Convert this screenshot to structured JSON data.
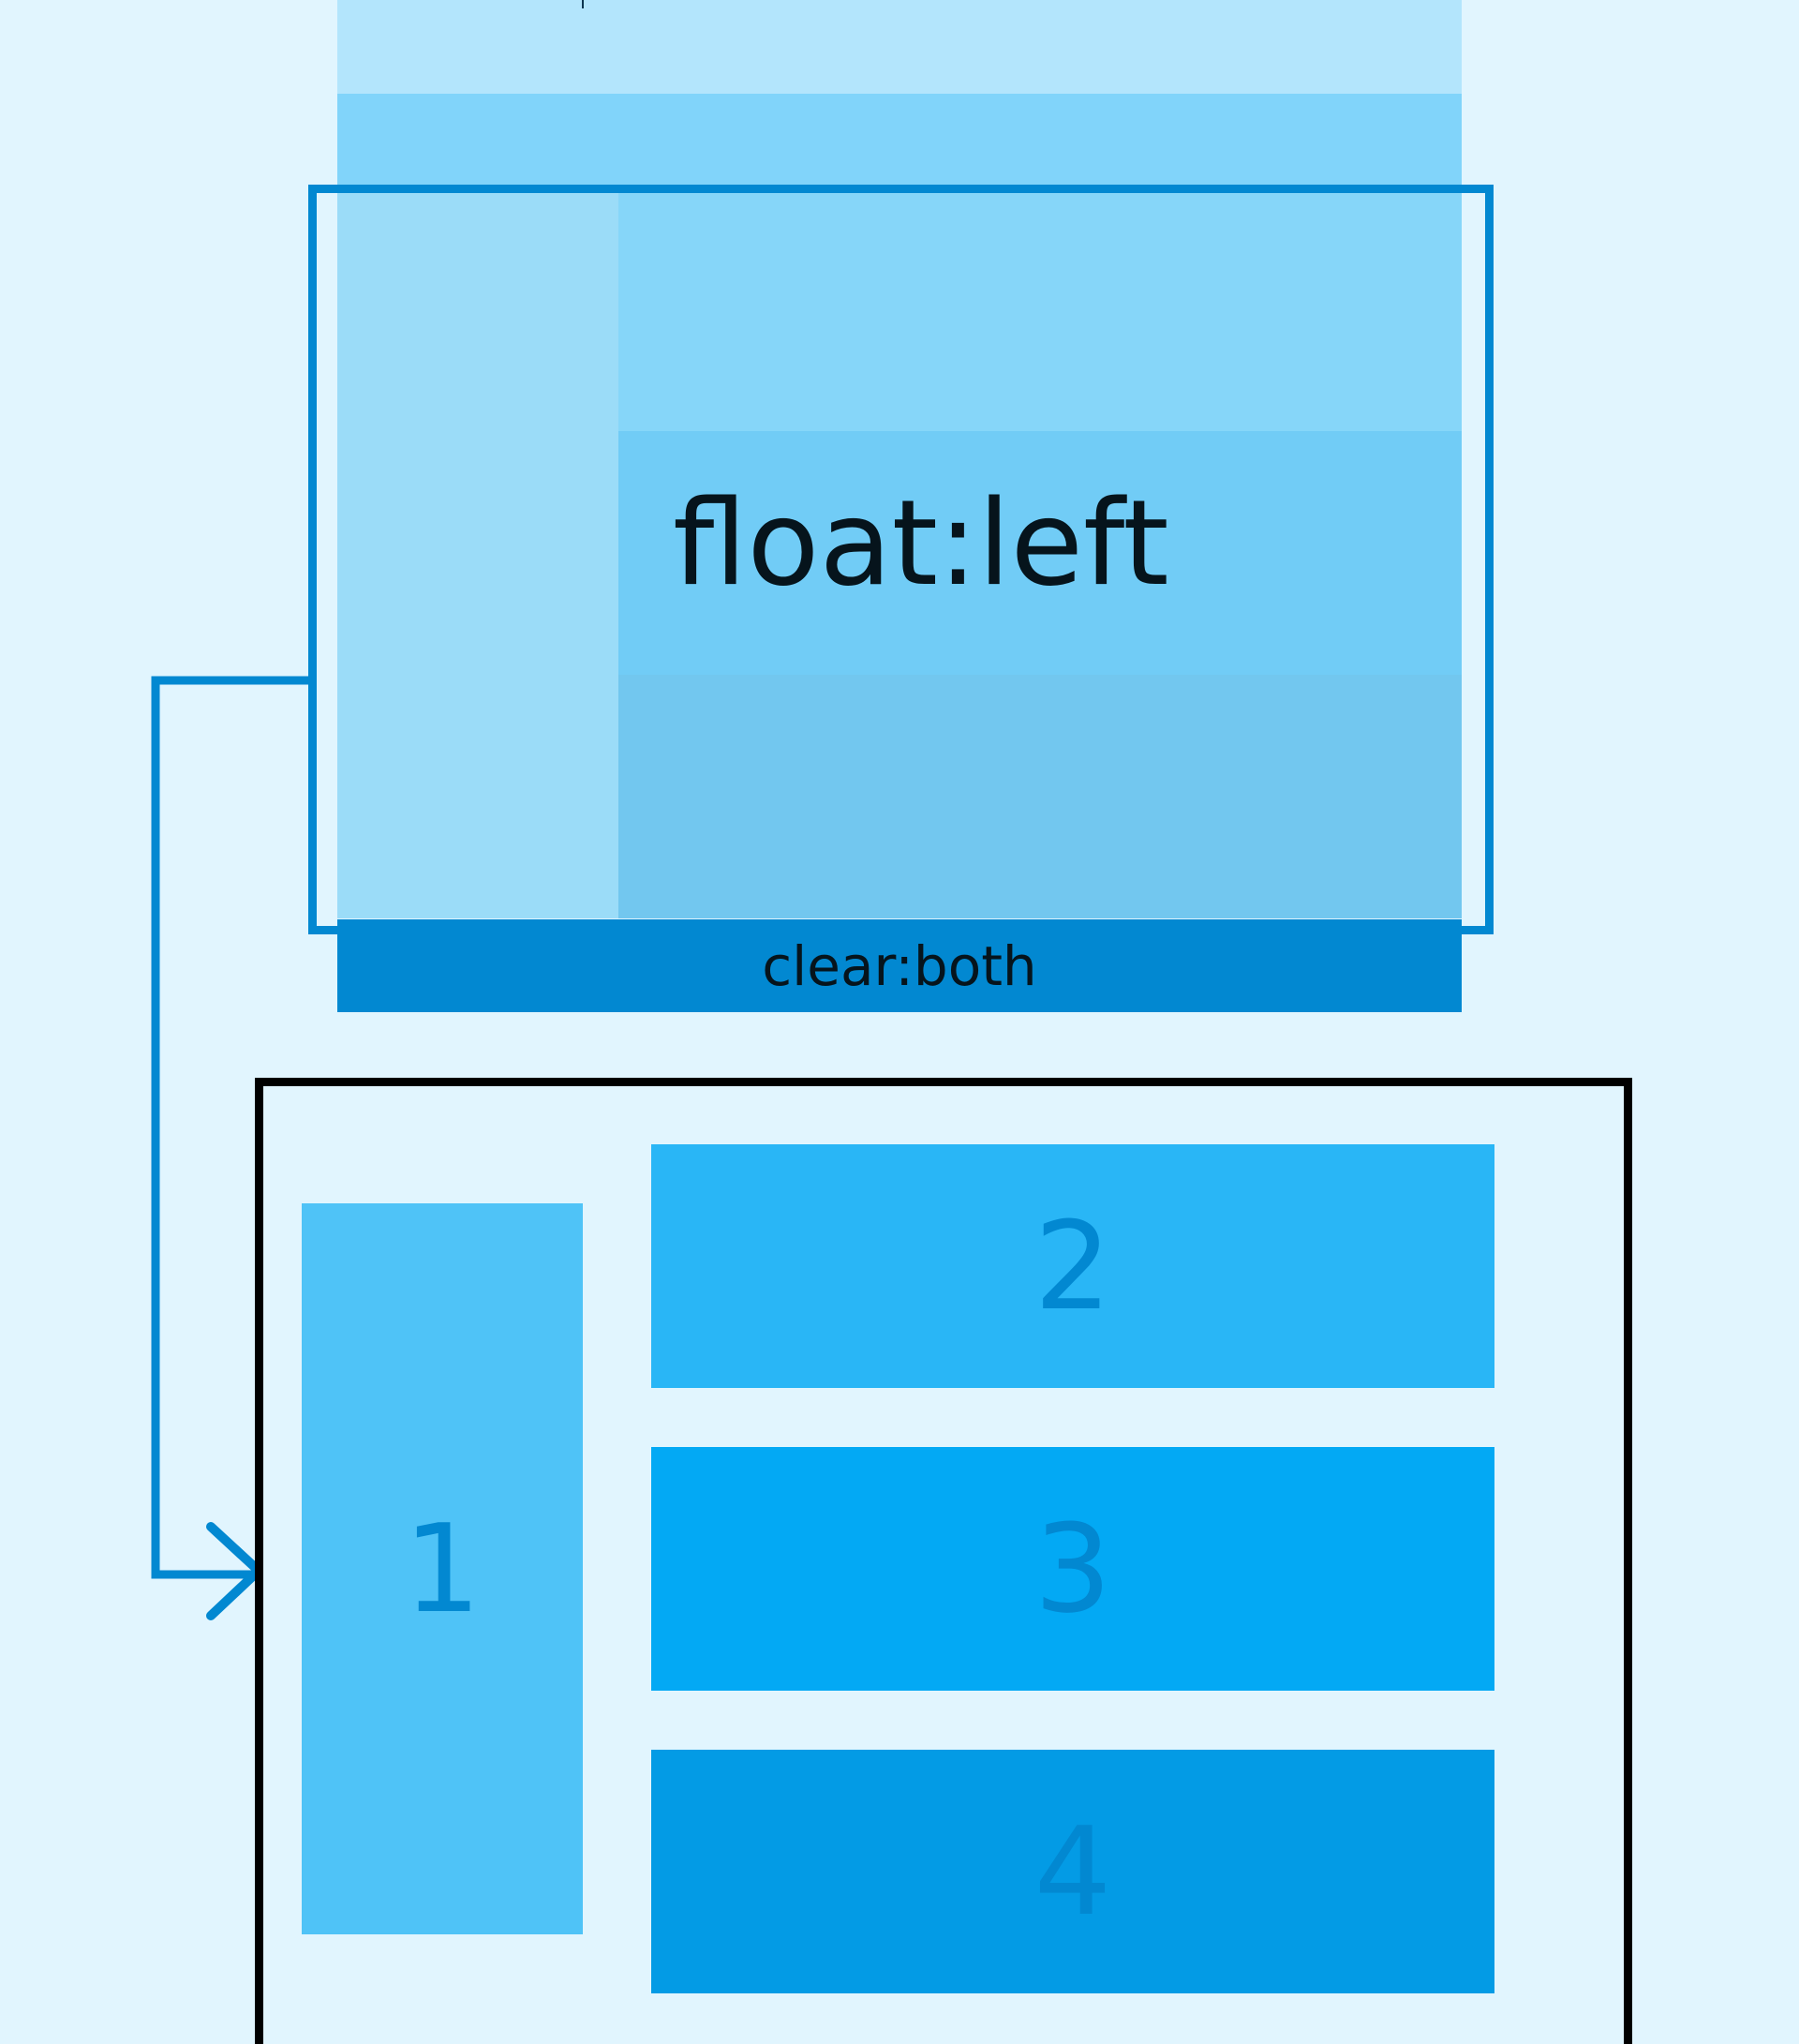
{
  "diagram": {
    "float_label": "float:left",
    "clear_label": "clear:both",
    "boxes": [
      {
        "label": "1"
      },
      {
        "label": "2"
      },
      {
        "label": "3"
      },
      {
        "label": "4"
      }
    ]
  },
  "colors": {
    "page_background": "#E1F5FE",
    "accent": "#0288D1",
    "top_strip": "#B3E5FC",
    "band": "#81D4FA",
    "float_column": "#9BDCF8",
    "row_a": "#86D6F9",
    "row_b": "#71CCF6",
    "row_c": "#72C7EF",
    "box_1": "#4FC3F7",
    "box_2": "#29B6F6",
    "box_3": "#03A9F4",
    "box_4": "#039BE5",
    "container_border": "#000000",
    "label_text": "#06141C"
  },
  "icons": {
    "connector": "arrow-right-icon"
  }
}
